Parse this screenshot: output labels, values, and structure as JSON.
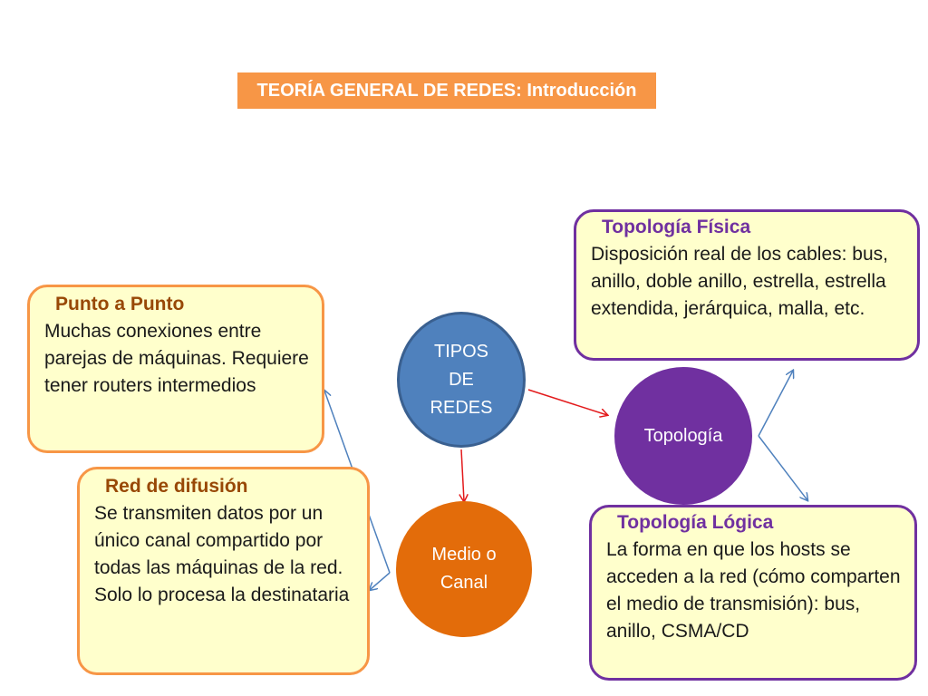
{
  "title": "TEORÍA GENERAL DE REDES: Introducción",
  "center": {
    "label": "TIPOS DE REDES",
    "lines": [
      "TIPOS",
      "DE",
      "REDES"
    ]
  },
  "medio": {
    "label": "Medio o Canal",
    "lines": [
      "Medio o",
      "Canal"
    ]
  },
  "topologia": {
    "label": "Topología"
  },
  "punto_a_punto": {
    "heading": "Punto a Punto",
    "text": "Muchas conexiones entre parejas de máquinas. Requiere tener routers intermedios"
  },
  "red_difusion": {
    "heading": "Red de difusión",
    "text": "Se transmiten datos por un único canal compartido por todas las máquinas de la red. Solo lo procesa la destinataria"
  },
  "topologia_fisica": {
    "heading": "Topología Física",
    "text": "Disposición real de los cables: bus, anillo, doble anillo, estrella, estrella extendida, jerárquica, malla, etc."
  },
  "topologia_logica": {
    "heading": "Topología Lógica",
    "text": "La forma en que los hosts se acceden a la red (cómo comparten el medio de transmisión): bus, anillo, CSMA/CD"
  },
  "colors": {
    "title_bg": "#f79646",
    "blue": "#4f81bd",
    "orange": "#e36c0a",
    "purple": "#7030a0",
    "box_fill": "#ffffcc",
    "red_arrow": "#e31a1c",
    "blue_arrow": "#4f81bd"
  }
}
